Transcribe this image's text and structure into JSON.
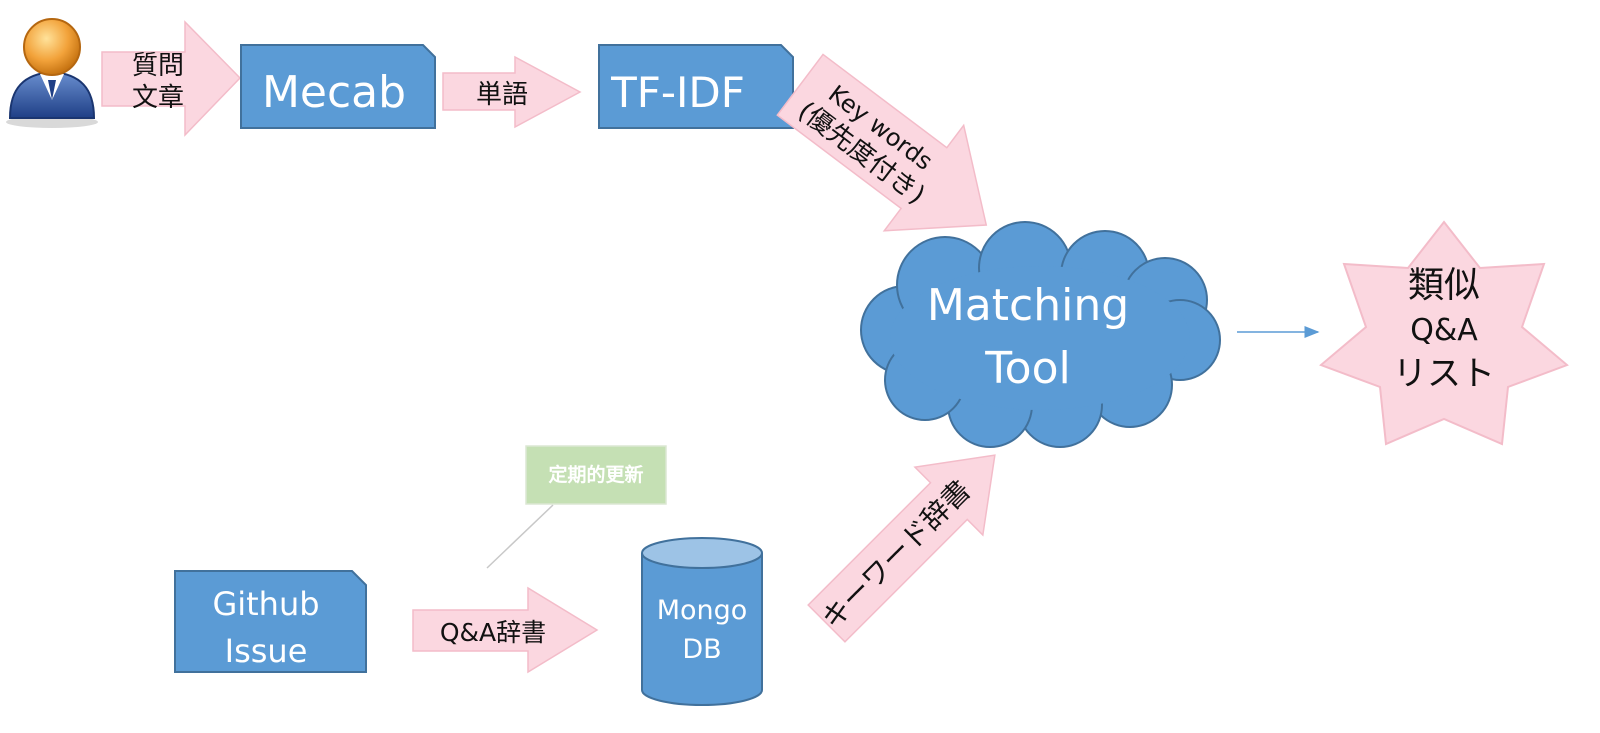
{
  "colors": {
    "box_fill": "#5b9bd5",
    "box_stroke": "#41719c",
    "arrow_fill": "#fbd7e0",
    "arrow_stroke": "#f3bcc9",
    "note_fill": "#c5e0b4",
    "db_top": "#9dc3e6",
    "connector": "#5b9bd5",
    "leader": "#c8c8c8"
  },
  "icons": [
    "user-icon",
    "database-icon",
    "cloud-shape",
    "star-burst"
  ],
  "nodes": {
    "mecab": "Mecab",
    "tfidf": "TF-IDF",
    "github_line1": "Github",
    "github_line2": "Issue",
    "mongo_line1": "Mongo",
    "mongo_line2": "DB",
    "matching_line1": "Matching",
    "matching_line2": "Tool",
    "result_line1": "類似",
    "result_line2": "Q&A",
    "result_line3": "リスト"
  },
  "arrows": {
    "question_line1": "質問",
    "question_line2": "文章",
    "words": "単語",
    "keywords_line1": "Key words",
    "keywords_line2": "(優先度付き)",
    "qa_dictionary": "Q&A辞書",
    "keyword_dictionary": "キーワード辞書"
  },
  "note": {
    "periodic_update": "定期的更新"
  }
}
